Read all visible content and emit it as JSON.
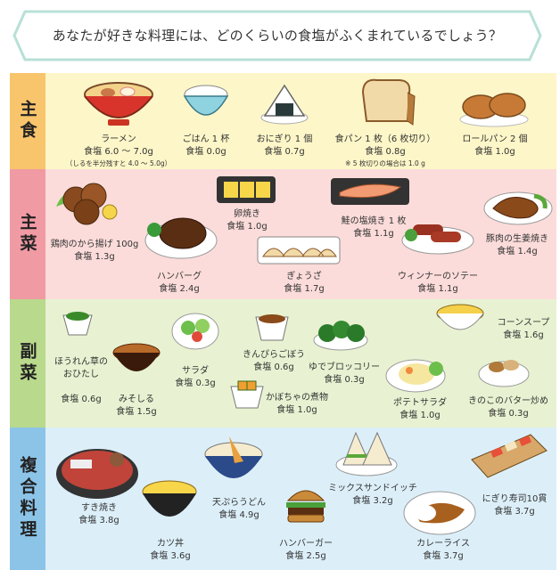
{
  "title": "あなたが好きな料理には、どのくらいの食塩がふくまれているでしょう？",
  "colors": {
    "title_border": "#b8e0d6",
    "main_tab": "#f8c46c",
    "main_bg": "#fdf6c8",
    "side_tab": "#f09aa4",
    "side_bg": "#fbdcda",
    "sub_tab": "#b9d98c",
    "sub_bg": "#e8f2d2",
    "combo_tab": "#8cc4e8",
    "combo_bg": "#dceff9"
  },
  "categories": {
    "shushoku": {
      "label": "主食",
      "items": [
        {
          "name": "ラーメン",
          "salt": "食塩 6.0 ～ 7.0g",
          "note": "（しるを半分残すと 4.0 ～ 5.0g）"
        },
        {
          "name": "ごはん 1 杯",
          "salt": "食塩 0.0g"
        },
        {
          "name": "おにぎり 1 個",
          "salt": "食塩 0.7g"
        },
        {
          "name": "食パン 1 枚（6 枚切り）",
          "salt": "食塩 0.8g",
          "note": "※ 5 枚切りの場合は 1.0 g"
        },
        {
          "name": "ロールパン 2 個",
          "salt": "食塩 1.0g"
        }
      ]
    },
    "shusai": {
      "label": "主菜",
      "items": [
        {
          "name": "鶏肉のから揚げ 100g",
          "salt": "食塩 1.3g"
        },
        {
          "name": "ハンバーグ",
          "salt": "食塩 2.4g"
        },
        {
          "name": "卵焼き",
          "salt": "食塩 1.0g"
        },
        {
          "name": "ぎょうざ",
          "salt": "食塩 1.7g"
        },
        {
          "name": "鮭の塩焼き 1 枚",
          "salt": "食塩 1.1g"
        },
        {
          "name": "ウィンナーのソテー",
          "salt": "食塩 1.1g"
        },
        {
          "name": "豚肉の生姜焼き",
          "salt": "食塩 1.4g"
        }
      ]
    },
    "fukusai": {
      "label": "副菜",
      "items": [
        {
          "name": "ほうれん草の\nおひたし",
          "salt": "食塩 0.6g"
        },
        {
          "name": "みそしる",
          "salt": "食塩 1.5g"
        },
        {
          "name": "サラダ",
          "salt": "食塩 0.3g"
        },
        {
          "name": "きんぴらごぼう",
          "salt": "食塩 0.6g"
        },
        {
          "name": "かぼちゃの煮物",
          "salt": "食塩 1.0g"
        },
        {
          "name": "ゆでブロッコリー",
          "salt": "食塩 0.3g"
        },
        {
          "name": "ポテトサラダ",
          "salt": "食塩 1.0g"
        },
        {
          "name": "コーンスープ",
          "salt": "食塩 1.6g"
        },
        {
          "name": "きのこのバター炒め",
          "salt": "食塩 0.3g"
        }
      ]
    },
    "fukugo": {
      "label": "複合料理",
      "items": [
        {
          "name": "すき焼き",
          "salt": "食塩 3.8g"
        },
        {
          "name": "カツ丼",
          "salt": "食塩 3.6g"
        },
        {
          "name": "天ぷらうどん",
          "salt": "食塩 4.9g"
        },
        {
          "name": "ハンバーガー",
          "salt": "食塩 2.5g"
        },
        {
          "name": "ミックスサンドイッチ",
          "salt": "食塩 3.2g"
        },
        {
          "name": "カレーライス",
          "salt": "食塩 3.7g"
        },
        {
          "name": "にぎり寿司10貫",
          "salt": "食塩 3.7g"
        }
      ]
    }
  }
}
